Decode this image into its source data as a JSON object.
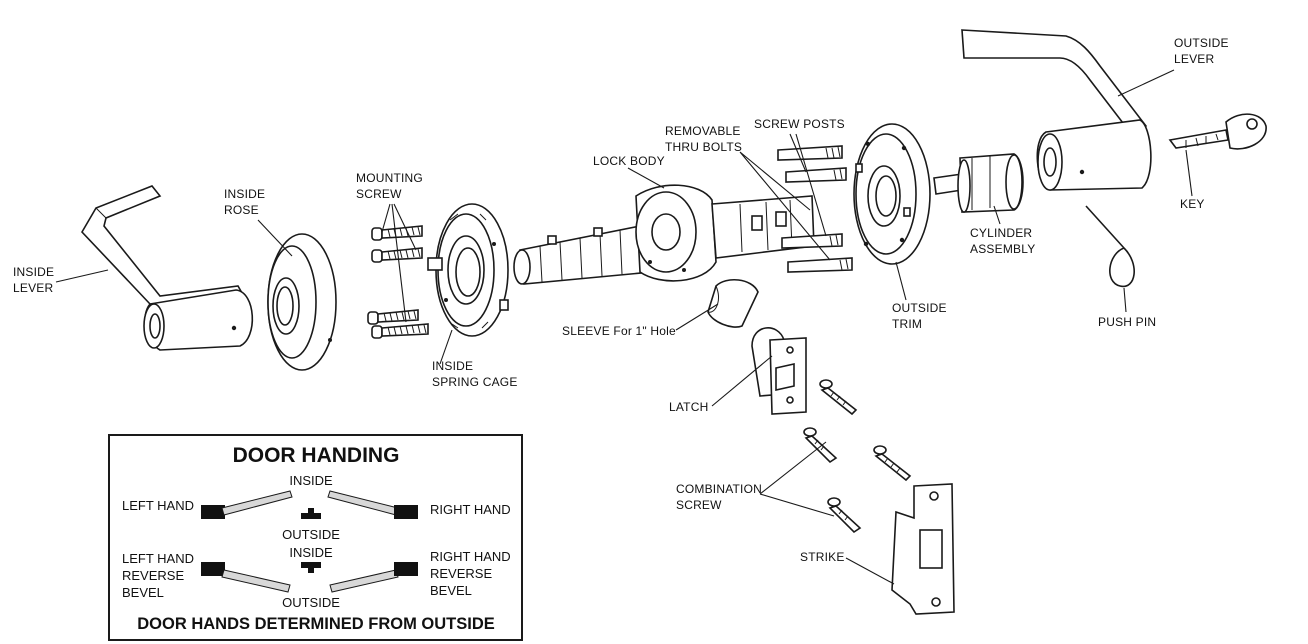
{
  "labels": {
    "inside_lever": [
      "INSIDE",
      "LEVER"
    ],
    "inside_rose": [
      "INSIDE",
      "ROSE"
    ],
    "mounting_screw": [
      "MOUNTING",
      "SCREW"
    ],
    "inside_spring_cage": [
      "INSIDE",
      "SPRING CAGE"
    ],
    "lock_body": "LOCK BODY",
    "removable_thru_bolts": [
      "REMOVABLE",
      "THRU BOLTS"
    ],
    "screw_posts": "SCREW POSTS",
    "sleeve": "SLEEVE For 1\" Hole",
    "latch": "LATCH",
    "outside_trim": [
      "OUTSIDE",
      "TRIM"
    ],
    "cylinder_assembly": [
      "CYLINDER",
      "ASSEMBLY"
    ],
    "outside_lever": [
      "OUTSIDE",
      "LEVER"
    ],
    "key": "KEY",
    "push_pin": "PUSH PIN",
    "combination_screw": [
      "COMBINATION",
      "SCREW"
    ],
    "strike": "STRIKE"
  },
  "door_handing": {
    "title": "DOOR HANDING",
    "inside_top": "INSIDE",
    "outside_mid": "OUTSIDE",
    "inside_mid": "INSIDE",
    "outside_bottom": "OUTSIDE",
    "left_hand": "LEFT HAND",
    "right_hand": "RIGHT HAND",
    "left_hand_reverse_bevel": [
      "LEFT HAND",
      "REVERSE",
      "BEVEL"
    ],
    "right_hand_reverse_bevel": [
      "RIGHT HAND",
      "REVERSE",
      "BEVEL"
    ],
    "footer": "DOOR HANDS DETERMINED FROM OUTSIDE"
  }
}
